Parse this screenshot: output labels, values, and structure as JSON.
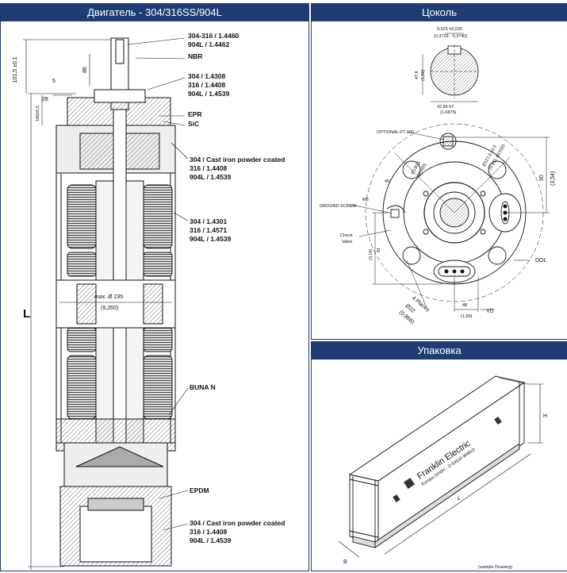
{
  "motor_panel": {
    "title": "Двигатель  - 304/316SS/904L",
    "labels": {
      "shaft_mat_1": "304-316 / 1.4460",
      "shaft_mat_2": "904L / 1.4462",
      "nbr": "NBR",
      "top_mat_1": "304 / 1.4308",
      "top_mat_2": "316 / 1.4408",
      "top_mat_3": "904L / 1.4539",
      "epr": "EPR",
      "sic": "SiC",
      "bracket_mat_1": "304 / Cast iron powder coated",
      "bracket_mat_2": "316 / 1.4408",
      "bracket_mat_3": "904L / 1.4539",
      "shell_mat_1": "304 / 1.4301",
      "shell_mat_2": "316 / 1.4571",
      "shell_mat_3": "904L / 1.4539",
      "buna": "BUNA N",
      "epdm": "EPDM",
      "base_mat_1": "304 / Cast iron powder coated",
      "base_mat_2": "316 / 1.4408",
      "base_mat_3": "904L / 1.4539",
      "max_dia_1": "max. Ø 235",
      "max_dia_2": "(9,260)",
      "dim_86": "86",
      "dim_101": "101,5 ±0,1",
      "dim_28": "28",
      "dim_5": "5",
      "dim_top_small": "160±0,5",
      "length": "L"
    }
  },
  "base_panel": {
    "title": "Цоколь",
    "labels": {
      "key_dim": "9,525 ±0,025",
      "key_dim_in": "(0,3728 - 0,3740)",
      "shaft_dim": "47,6",
      "shaft_dim_in": "(1,88)",
      "shaft_dia": "42,86 h7",
      "shaft_dia_in": "(1,6875)",
      "optional_pt": "OPTIONAL  PT-100",
      "bolt_circle": "Ø190,5",
      "bolt_circle_in": "(7,500)",
      "bolt_circle_2": "Ø127,8 ±0,5",
      "bolt_circle_2_in": "(5,031 ±0,020)",
      "ground_screw_1": "M8",
      "ground_screw_2": "GROUND SCREW",
      "check_valve_1": "Check",
      "check_valve_2": "Valve",
      "dim_90": "90",
      "dim_90_in": "(3,54)",
      "dim_81": "81",
      "dim_81_in": "(3,19)",
      "angle_45": "45°",
      "dol": "DOL",
      "places": "4 Places",
      "hole_dia": "Ø22",
      "hole_dia_in": "(0,866)",
      "dim_48": "48",
      "dim_48_in": "(1,89)",
      "yd": "YD"
    }
  },
  "packaging_panel": {
    "title": "Упаковка",
    "labels": {
      "brand": "Franklin Electric",
      "address": "Europa GmbH - D-54516 Wittlich",
      "dim_h": "H",
      "dim_l": "L",
      "dim_b": "B",
      "note": "(sample Drawing)"
    }
  }
}
